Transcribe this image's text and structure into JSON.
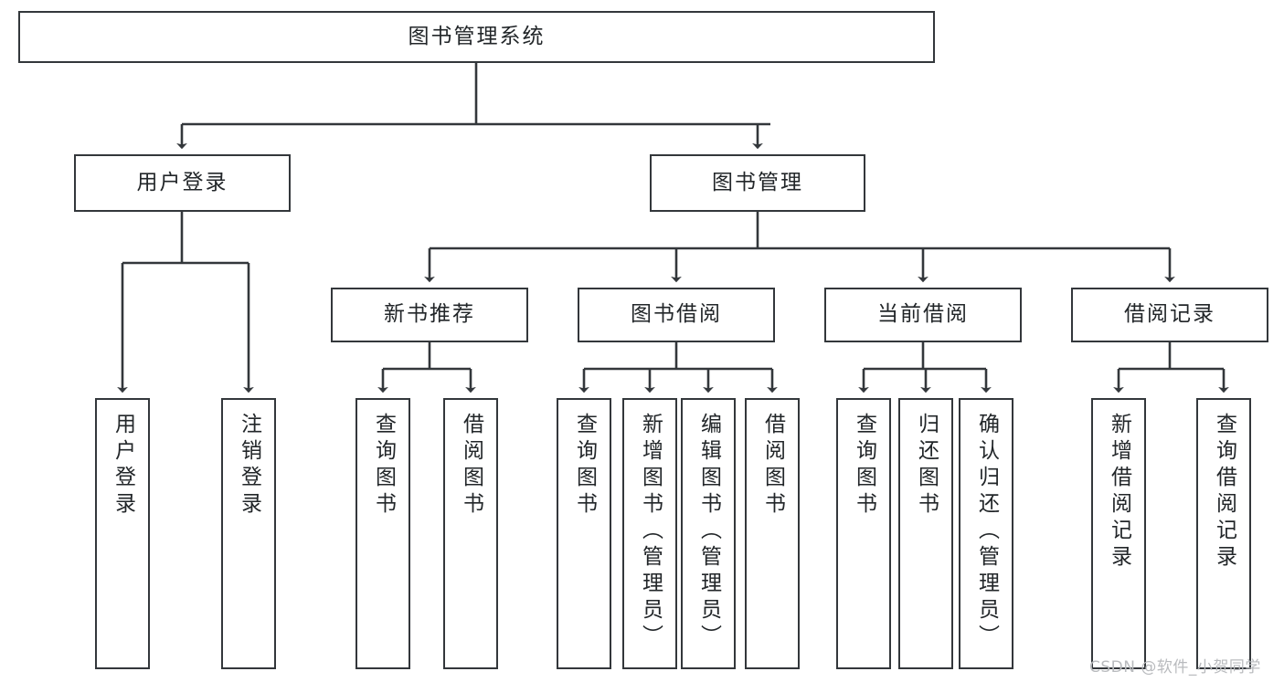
{
  "diagram": {
    "title": "图书管理系统",
    "type": "tree-hierarchy",
    "stroke_color": "#33373b",
    "fill_color": "#ffffff",
    "text_color": "#222629"
  },
  "root": {
    "label": "图书管理系统"
  },
  "level2": [
    {
      "label": "用户登录"
    },
    {
      "label": "图书管理"
    }
  ],
  "level3": [
    {
      "label": "新书推荐"
    },
    {
      "label": "图书借阅"
    },
    {
      "label": "当前借阅"
    },
    {
      "label": "借阅记录"
    }
  ],
  "leaves": [
    {
      "label": "用户登录",
      "parent": "用户登录"
    },
    {
      "label": "注销登录",
      "parent": "用户登录"
    },
    {
      "label": "查询图书",
      "parent": "新书推荐"
    },
    {
      "label": "借阅图书",
      "parent": "新书推荐"
    },
    {
      "label": "查询图书",
      "parent": "图书借阅"
    },
    {
      "label": "新增图书（管理员）",
      "parent": "图书借阅"
    },
    {
      "label": "编辑图书（管理员）",
      "parent": "图书借阅"
    },
    {
      "label": "借阅图书",
      "parent": "图书借阅"
    },
    {
      "label": "查询图书",
      "parent": "当前借阅"
    },
    {
      "label": "归还图书",
      "parent": "当前借阅"
    },
    {
      "label": "确认归还（管理员）",
      "parent": "当前借阅"
    },
    {
      "label": "新增借阅记录",
      "parent": "借阅记录"
    },
    {
      "label": "查询借阅记录",
      "parent": "借阅记录"
    }
  ],
  "watermark": {
    "text": "CSDN @软件_小贺同学"
  }
}
